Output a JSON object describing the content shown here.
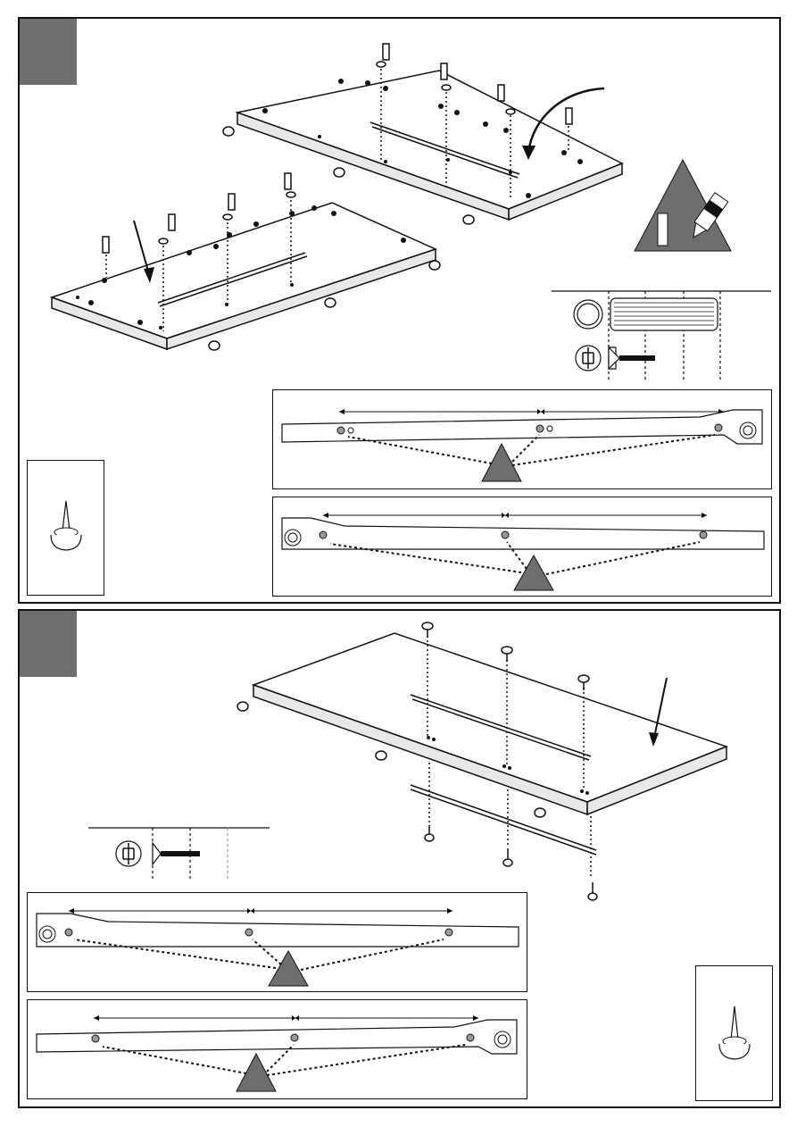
{
  "steps": [
    {
      "number": ""
    },
    {
      "number": ""
    }
  ],
  "icons": {
    "tools": [
      "glue-bottle-icon",
      "wooden-dowel-icon",
      "phillips-screw-icon",
      "nail-icon",
      "drawer-runner-icon"
    ],
    "warning_color": "#6e6e6e",
    "line_color": "#111111"
  },
  "hardware_legend_1": [
    "wooden-dowel",
    "phillips-screw"
  ],
  "hardware_legend_2": [
    "phillips-screw"
  ]
}
